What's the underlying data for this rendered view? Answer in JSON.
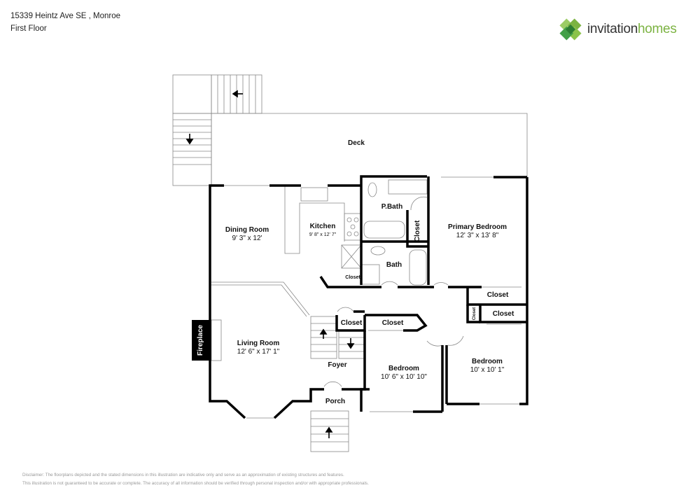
{
  "header": {
    "address": "15339 Heintz Ave SE , Monroe",
    "floor": "First Floor"
  },
  "logo": {
    "icon": "clover-logo-icon",
    "word1": "invitation",
    "word2": "homes",
    "colors": [
      "#7cb342",
      "#43a047",
      "#2e7d32",
      "#9ccc65"
    ]
  },
  "rooms": {
    "deck": {
      "name": "Deck"
    },
    "dining": {
      "name": "Dining Room",
      "dim": "9' 3\" x 12'"
    },
    "kitchen": {
      "name": "Kitchen",
      "dim": "9' 8\" x 12' 7\""
    },
    "pbath": {
      "name": "P.Bath"
    },
    "bath": {
      "name": "Bath"
    },
    "primary": {
      "name": "Primary Bedroom",
      "dim": "12' 3\" x 13' 8\""
    },
    "living": {
      "name": "Living Room",
      "dim": "12' 6\" x 17' 1\""
    },
    "fireplace": {
      "name": "Fireplace"
    },
    "foyer": {
      "name": "Foyer"
    },
    "porch": {
      "name": "Porch"
    },
    "bed2": {
      "name": "Bedroom",
      "dim": "10' 6\" x 10' 10\""
    },
    "bed3": {
      "name": "Bedroom",
      "dim": "10' x 10' 1\""
    },
    "closet_pbath": {
      "name": "Closet"
    },
    "closet_kitchen": {
      "name": "Closet"
    },
    "closet_primary": {
      "name": "Closet"
    },
    "closet_bed3": {
      "name": "Closet"
    },
    "closet_hall_small": {
      "name": "Closet"
    },
    "closet_foyer": {
      "name": "Closet"
    },
    "closet_bed2": {
      "name": "Closet"
    }
  },
  "stairs": {
    "arrow_left": "←",
    "arrow_down": "↓",
    "arrow_up": "↑"
  },
  "disclaimer": {
    "line1": "Disclaimer: The floorplans depicted and the stated dimensions in this illustration are indicative only and serve as an approximation of existing structures and features.",
    "line2": "This illustration is not guaranteed to be accurate or complete. The accuracy of all information should be verified through personal inspection and/or with appropriate professionals."
  }
}
